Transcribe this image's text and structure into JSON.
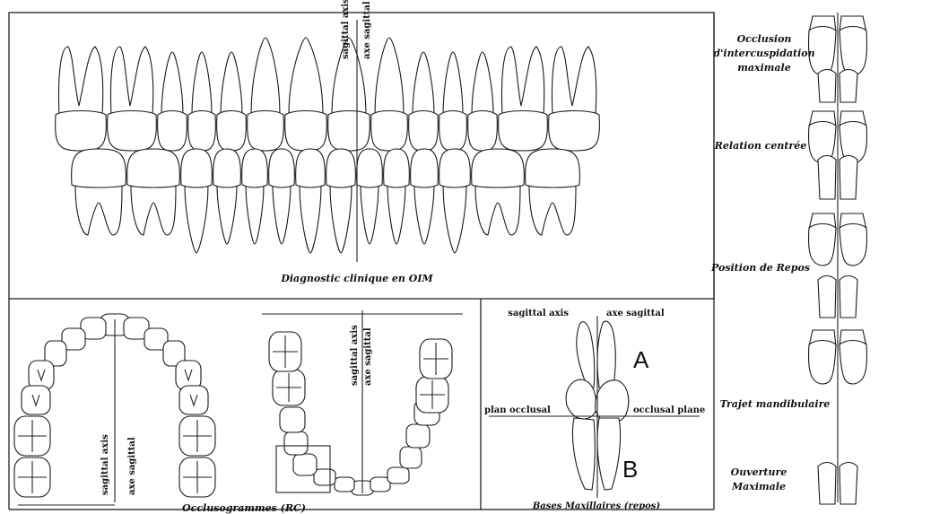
{
  "panels": {
    "oim": {
      "caption": "Diagnostic clinique en OIM",
      "axis_top": "sagittal axis",
      "axis_bottom": "axe sagittal"
    },
    "occlusogram": {
      "caption": "Occlusogrammes (RC)",
      "axis_left_1": "sagittal axis",
      "axis_left_2": "axe sagittal",
      "axis_right_1": "sagittal axis",
      "axis_right_2": "axe sagittal"
    },
    "bases": {
      "caption": "Bases Maxillaires (repos)",
      "sagittal_left": "sagittal axis",
      "sagittal_right": "axe sagittal",
      "plane_left": "plan occlusal",
      "plane_right": "occlusal plane",
      "label_a": "A",
      "label_b": "B"
    },
    "side": {
      "label_1a": "Occlusion",
      "label_1b": "d'intercuspidation",
      "label_1c": "maximale",
      "label_2": "Relation centrée",
      "label_3": "Position de Repos",
      "label_4": "Trajet mandibulaire",
      "label_5a": "Ouverture",
      "label_5b": "Maximale"
    }
  }
}
